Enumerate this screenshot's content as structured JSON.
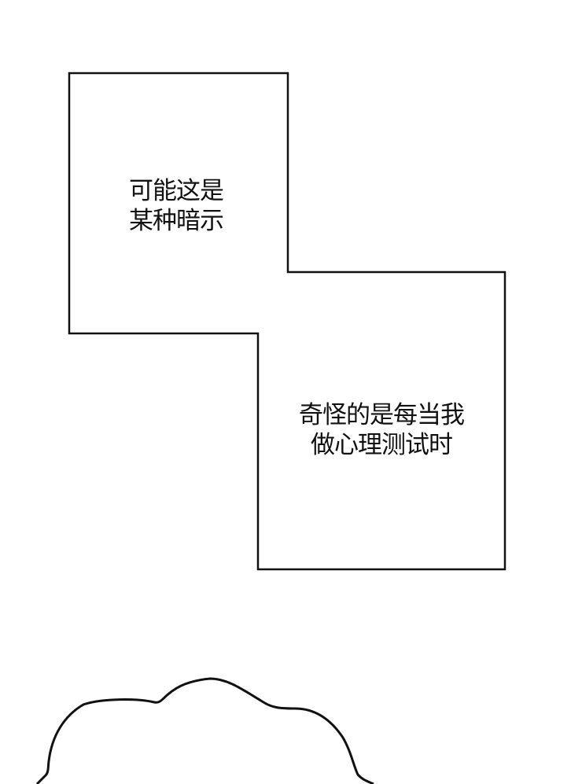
{
  "comic_panel": {
    "background": "#ffffff",
    "stroke_color": "#111111",
    "caption_box_1": {
      "lines": [
        "可能这是",
        "某种暗示"
      ]
    },
    "caption_box_2": {
      "lines": [
        "奇怪的是每当我",
        "做心理测试时"
      ]
    },
    "speech_bubble": {
      "shape": "cloud",
      "text": ""
    }
  }
}
